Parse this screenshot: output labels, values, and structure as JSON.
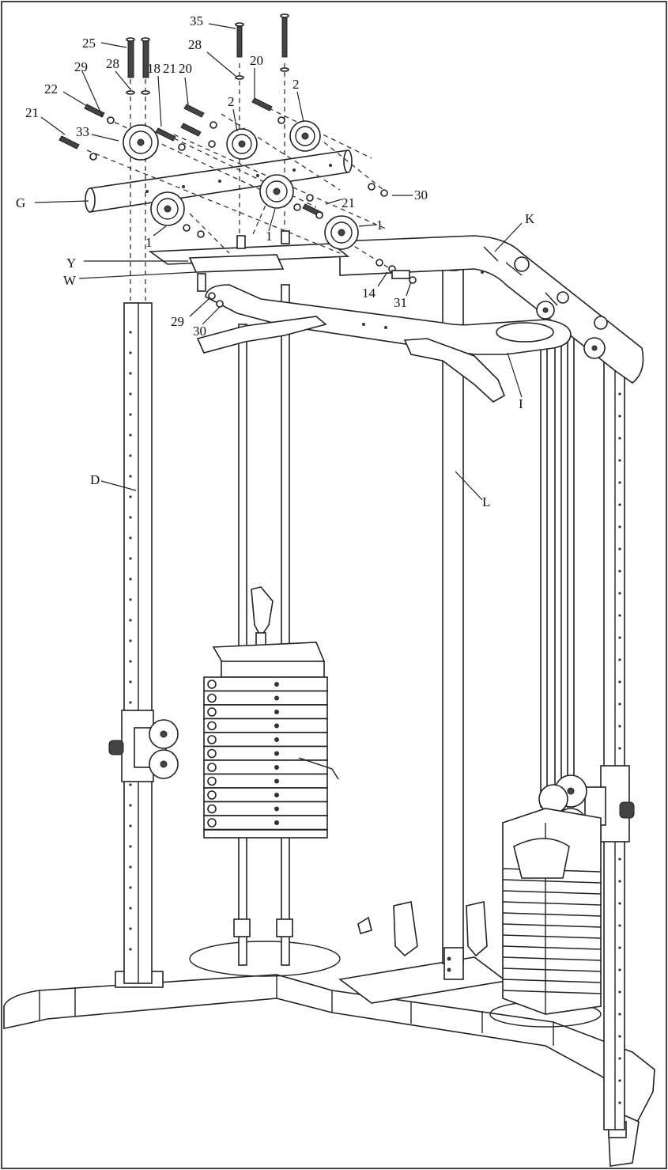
{
  "diagram": {
    "callouts": {
      "c25": "25",
      "c29a": "29",
      "c28a": "28",
      "c22": "22",
      "c21a": "21",
      "c33": "33",
      "c18": "18",
      "c21b": "21",
      "c20a": "20",
      "c35": "35",
      "c28b": "28",
      "c20b": "20",
      "c2a": "2",
      "c2b": "2",
      "c30a": "30",
      "c21c": "21",
      "c1a": "1",
      "c1b": "1",
      "c1c": "1",
      "c14": "14",
      "c31": "31",
      "c29b": "29",
      "c30b": "30"
    },
    "parts": {
      "G": "G",
      "K": "K",
      "Y": "Y",
      "W": "W",
      "I": "I",
      "D": "D",
      "L": "L"
    }
  }
}
